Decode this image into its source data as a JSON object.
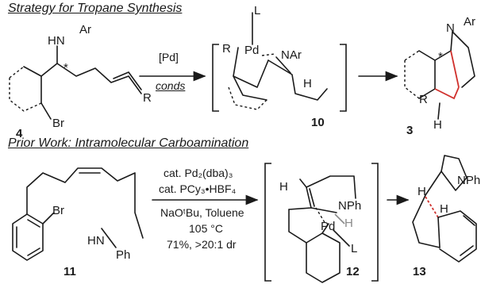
{
  "headings": {
    "strategy": "Strategy for Tropane Synthesis",
    "prior": "Prior Work: Intramolecular Carboamination"
  },
  "top": {
    "reagent": "[Pd]",
    "conditions": "conds",
    "labels": {
      "hn": "HN",
      "ar": "Ar",
      "star": "*",
      "br": "Br",
      "r": "R",
      "l": "L",
      "pd": "Pd",
      "nar": "NAr",
      "h": "H",
      "n": "N"
    },
    "compounds": [
      "4",
      "10",
      "3"
    ]
  },
  "bottom": {
    "conditions": [
      "cat. Pd₂(dba)₃",
      "cat. PCy₃•HBF₄",
      "NaOᵗBu, Toluene",
      "105 °C",
      "71%, >20:1 dr"
    ],
    "labels": {
      "br": "Br",
      "hn": "HN",
      "ph": "Ph",
      "h": "H",
      "nph": "NPh",
      "pd": "Pd",
      "l": "L"
    },
    "compounds": [
      "11",
      "12",
      "13"
    ]
  },
  "colors": {
    "ink": "#1a1a1a",
    "highlight": "#d0312d",
    "grey": "#8a8a8a"
  }
}
